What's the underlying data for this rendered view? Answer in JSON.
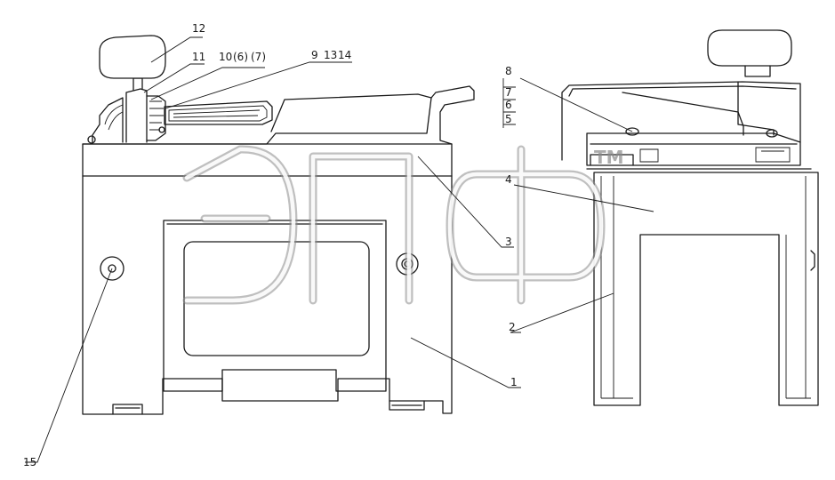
{
  "watermark": {
    "logo": "эпф",
    "trademark": "TM"
  },
  "callouts": {
    "c1": "1",
    "c2": "2",
    "c3": "3",
    "c4": "4",
    "c5": "5",
    "c6": "6",
    "c6p": "(6)",
    "c7": "7",
    "c7p": "(7)",
    "c8": "8",
    "c9": "9",
    "c10": "10",
    "c11": "11",
    "c12": "12",
    "c13": "13",
    "c14": "14",
    "c15": "15"
  }
}
